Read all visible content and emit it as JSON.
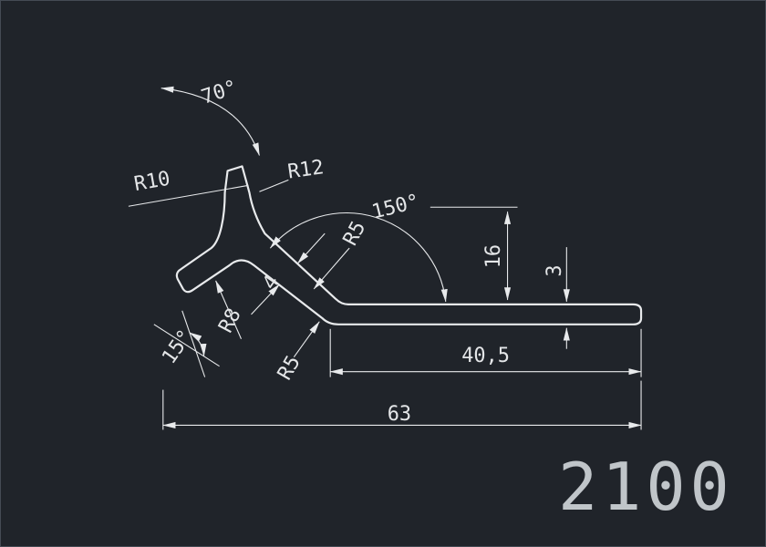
{
  "canvas": {
    "background": "#20242a",
    "line_color": "#e8eaec",
    "text_color": "#e4e6e8",
    "part_number_color": "#c0c5c9"
  },
  "labels": {
    "angle_top": "70°",
    "radius_r10": "R10",
    "radius_r12": "R12",
    "angle_main": "150°",
    "radius_r5_upper": "R5",
    "web_thickness": "4",
    "radius_r8": "R8",
    "angle_foot": "15°",
    "radius_r5_lower": "R5",
    "height": "16",
    "flange_thickness": "3",
    "length_flat": "40,5",
    "length_overall": "63"
  },
  "part_number": "2100"
}
